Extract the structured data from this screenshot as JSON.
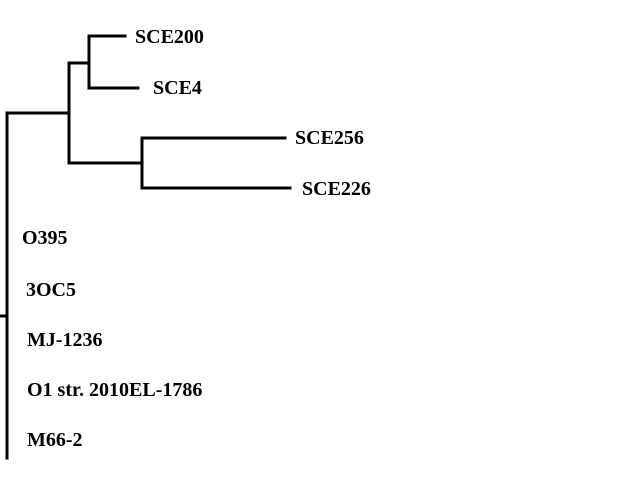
{
  "diagram": {
    "type": "phylogenetic-tree",
    "line_color": "#000000",
    "background": "#ffffff",
    "leaves": [
      {
        "label": "SCE200",
        "clade": "A1"
      },
      {
        "label": "SCE4",
        "clade": "A1"
      },
      {
        "label": "SCE256",
        "clade": "A2"
      },
      {
        "label": "SCE226",
        "clade": "A2"
      },
      {
        "label": "O395",
        "clade": "root"
      },
      {
        "label": "3OC5",
        "clade": "root"
      },
      {
        "label": "MJ-1236",
        "clade": "root"
      },
      {
        "label": "O1 str. 2010EL-1786",
        "clade": "root"
      },
      {
        "label": "M66-2",
        "clade": "root"
      }
    ]
  }
}
